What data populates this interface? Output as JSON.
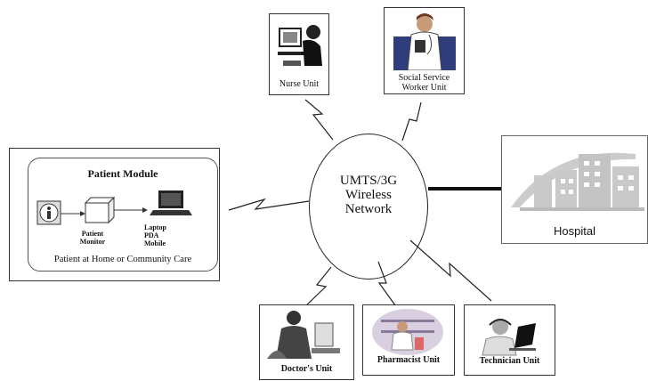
{
  "network": {
    "lines": [
      "UMTS/3G",
      "Wireless",
      "Network"
    ]
  },
  "patient_module": {
    "title": "Patient Module",
    "patient_monitor": "Patient\nMonitor",
    "devices": "Laptop\nPDA\nMobile",
    "footer": "Patient at Home or Community Care"
  },
  "units": {
    "nurse": "Nurse Unit",
    "social": "Social Service\nWorker Unit",
    "doctor": "Doctor's Unit",
    "pharmacist": "Pharmacist Unit",
    "technician": "Technician Unit",
    "hospital": "Hospital"
  }
}
